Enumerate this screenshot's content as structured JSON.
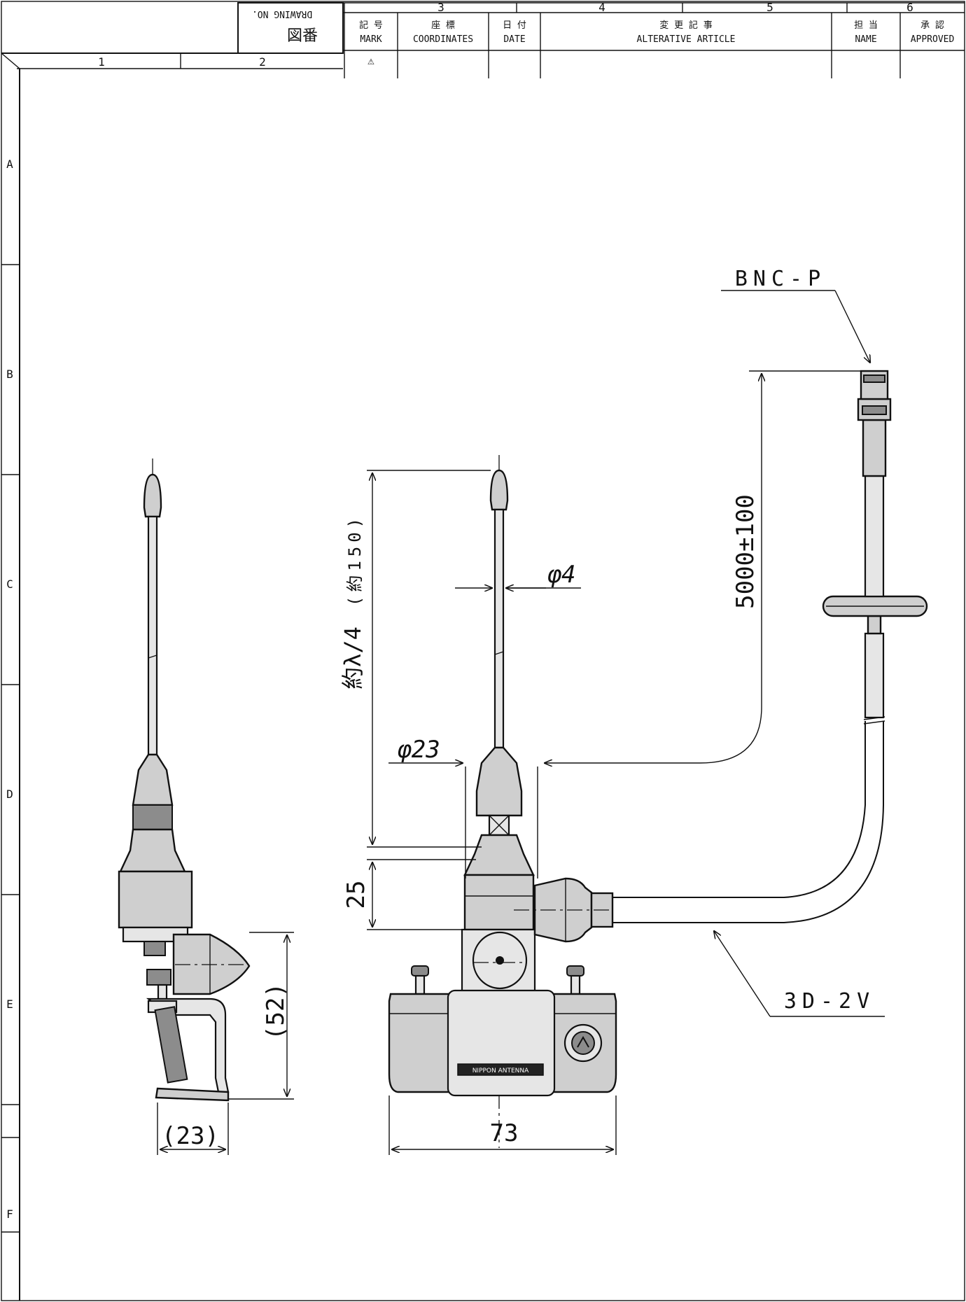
{
  "title_block": {
    "drawing_no_label": "DRAWING NO.",
    "drawing_no_jp": "図番",
    "zone_numbers_top": [
      "3",
      "4",
      "5",
      "6"
    ],
    "zone_numbers_left": [
      "1",
      "2"
    ],
    "columns": [
      {
        "jp": "記 号",
        "en": "MARK"
      },
      {
        "jp": "座 標",
        "en": "COORDINATES"
      },
      {
        "jp": "日 付",
        "en": "DATE"
      },
      {
        "jp": "変 更 記 事",
        "en": "ALTERATIVE ARTICLE"
      },
      {
        "jp": "担 当",
        "en": "NAME"
      },
      {
        "jp": "承 認",
        "en": "APPROVED"
      }
    ],
    "revision_mark": "⚠"
  },
  "zone_letters": [
    "A",
    "B",
    "C",
    "D",
    "E",
    "F"
  ],
  "labels": {
    "connector": "BNC-P",
    "cable": "3D-2V",
    "brand": "NIPPON ANTENNA"
  },
  "dimensions": {
    "cable_length": "5000±100",
    "whip_diameter": "φ4",
    "base_diameter": "φ23",
    "overall_height": "(約150)",
    "element_length": "約λ/4",
    "collar_height": "25",
    "clamp_height": "(52)",
    "clamp_width": "(23)",
    "base_width": "73"
  }
}
